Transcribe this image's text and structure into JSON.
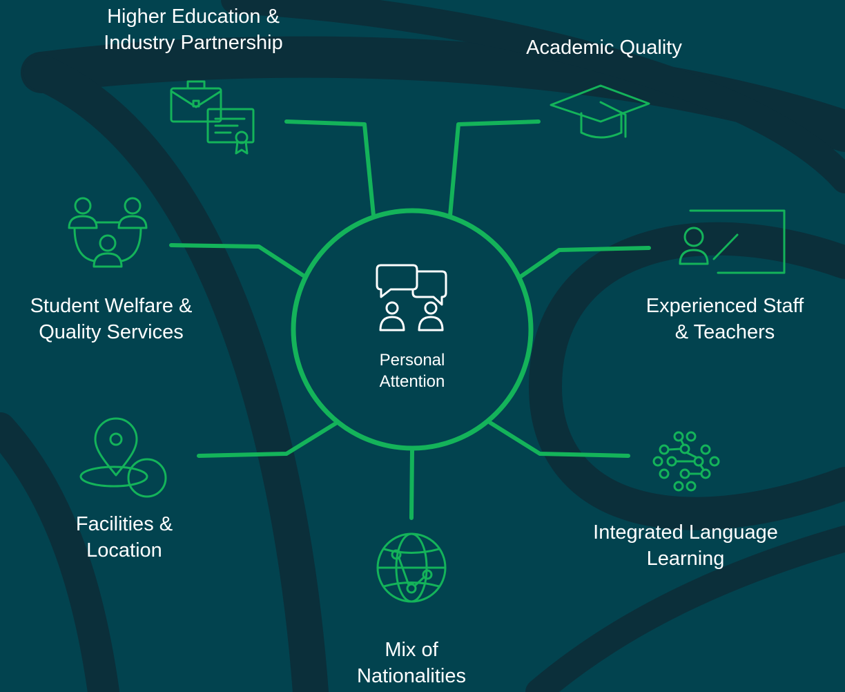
{
  "colors": {
    "background": "#02434f",
    "swoosh": "#0b2f3a",
    "accent": "#14b35a",
    "text": "#ffffff"
  },
  "center": {
    "icon": "conversation-people-icon",
    "line1": "Personal",
    "line2": "Attention"
  },
  "nodes": [
    {
      "icon": "briefcase-certificate-icon",
      "line1": "Higher Education &",
      "line2": "Industry Partnership"
    },
    {
      "icon": "graduation-cap-icon",
      "line1": "Academic Quality",
      "line2": ""
    },
    {
      "icon": "group-people-icon",
      "line1": "Student Welfare &",
      "line2": "Quality Services"
    },
    {
      "icon": "teacher-board-icon",
      "line1": "Experienced Staff",
      "line2": "& Teachers"
    },
    {
      "icon": "location-pin-icon",
      "line1": "Facilities &",
      "line2": "Location"
    },
    {
      "icon": "network-nodes-icon",
      "line1": "Integrated Language",
      "line2": "Learning"
    },
    {
      "icon": "globe-network-icon",
      "line1": "Mix of",
      "line2": "Nationalities"
    }
  ]
}
